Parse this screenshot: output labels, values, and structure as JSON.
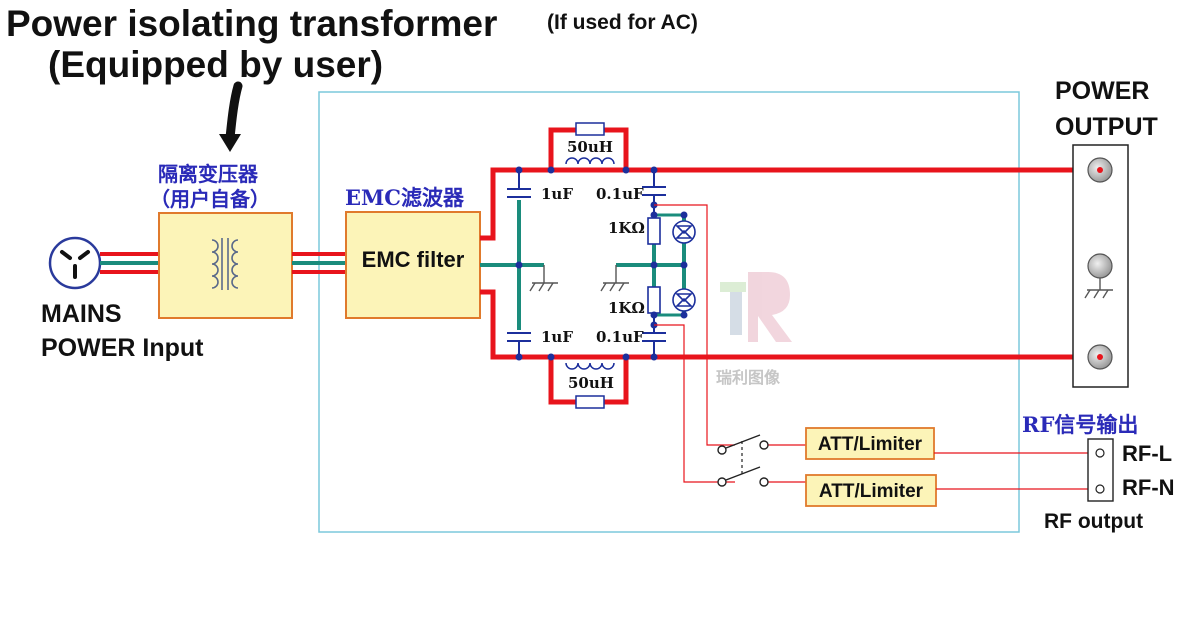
{
  "heading": {
    "title": "Power isolating transformer",
    "note": "(If used for AC)",
    "subtitle": "(Equipped by user)"
  },
  "transformer": {
    "cn_line1": "隔离变压器",
    "cn_line2": "（用户自备）"
  },
  "mains": {
    "line1": "MAINS",
    "line2": "POWER Input"
  },
  "emc": {
    "cn_label": "EMC滤波器",
    "label": "EMC filter"
  },
  "components": {
    "inductor_top": "50uH",
    "inductor_bottom": "50uH",
    "cap_1uf_top": "1uF",
    "cap_1uf_bottom": "1uF",
    "cap_01uf_top": "0.1uF",
    "cap_01uf_bottom": "0.1uF",
    "res_top": "1KΩ",
    "res_bottom": "1KΩ",
    "att_top": "ATT/Limiter",
    "att_bottom": "ATT/Limiter"
  },
  "power_output": {
    "line1": "POWER",
    "line2": "OUTPUT"
  },
  "rf_output": {
    "cn_label": "RF信号输出",
    "rf_l": "RF-L",
    "rf_n": "RF-N",
    "label": "RF output"
  },
  "watermark": {
    "text": "瑞利图像"
  },
  "colors": {
    "wire_red": "#e8141c",
    "wire_teal": "#1a8c7c",
    "node_blue": "#1c2f9c",
    "frame_cyan": "#7cc8dc",
    "box_fill": "#fcf4b8",
    "box_border": "#e07a2c",
    "cn_blue": "#2a2ab8"
  }
}
